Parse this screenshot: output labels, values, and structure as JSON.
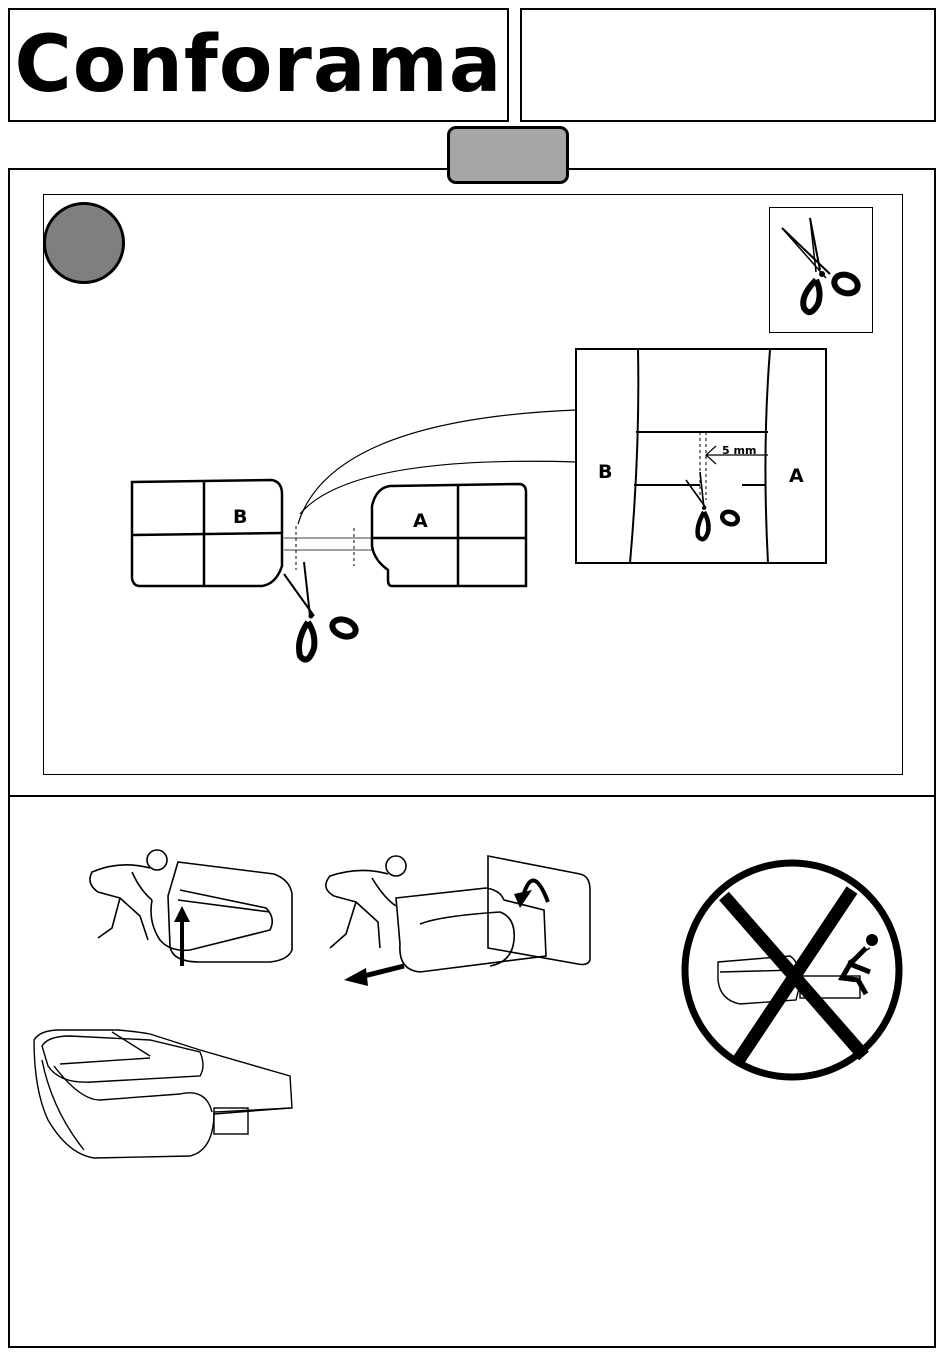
{
  "header": {
    "brand": "Conforama",
    "reference_box": ""
  },
  "step1": {
    "part_a_label": "A",
    "part_b_label": "B",
    "detail_part_a_label": "A",
    "detail_part_b_label": "B",
    "cut_distance_label": "5 mm",
    "tool_icon": "scissors-icon"
  },
  "step2": {
    "icons": [
      "person-lifting-seat-icon",
      "person-pulling-seat-icon",
      "sofa-bed-open-icon",
      "prohibited-sitting-on-edge-icon"
    ]
  }
}
